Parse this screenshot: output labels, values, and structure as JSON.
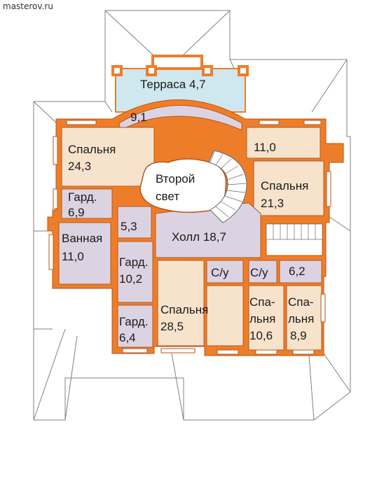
{
  "watermark": "masterov.ru",
  "colors": {
    "wall": "#ee7d2a",
    "wall_edge": "#b7561a",
    "room_peach": "#f7e3cc",
    "room_lilac": "#dcd3e2",
    "terrace": "#cfe8ef",
    "roof_line": "#808080",
    "window": "#ffffff"
  },
  "rooms": {
    "terrace": {
      "name": "Терраса",
      "area": "4,7"
    },
    "balcony": {
      "area": "9,1"
    },
    "bedroom_nw": {
      "name": "Спальня",
      "area": "24,3"
    },
    "void": {
      "name": "Второй",
      "name2": "свет"
    },
    "room_ne": {
      "area": "11,0"
    },
    "bedroom_e": {
      "name": "Спальня",
      "area": "21,3"
    },
    "wardrobe_1": {
      "name": "Гард.",
      "area": "6,9"
    },
    "corridor": {
      "area": "5,3"
    },
    "bath": {
      "name": "Ванная",
      "area": "11,0"
    },
    "hall": {
      "name": "Холл",
      "area": "18,7"
    },
    "wardrobe_2": {
      "name": "Гард.",
      "area": "10,2"
    },
    "wc_1": {
      "name": "С/у"
    },
    "wc_2": {
      "name": "С/у"
    },
    "room_62": {
      "area": "6,2"
    },
    "bedroom_s": {
      "name": "Спальня",
      "area": "28,5"
    },
    "wardrobe_3": {
      "name": "Гард.",
      "area": "6,4"
    },
    "bedroom_106": {
      "name": "Спа-",
      "name2": "льня",
      "area": "10,6"
    },
    "bedroom_89": {
      "name": "Спа-",
      "name2": "льня",
      "area": "8,9"
    }
  }
}
